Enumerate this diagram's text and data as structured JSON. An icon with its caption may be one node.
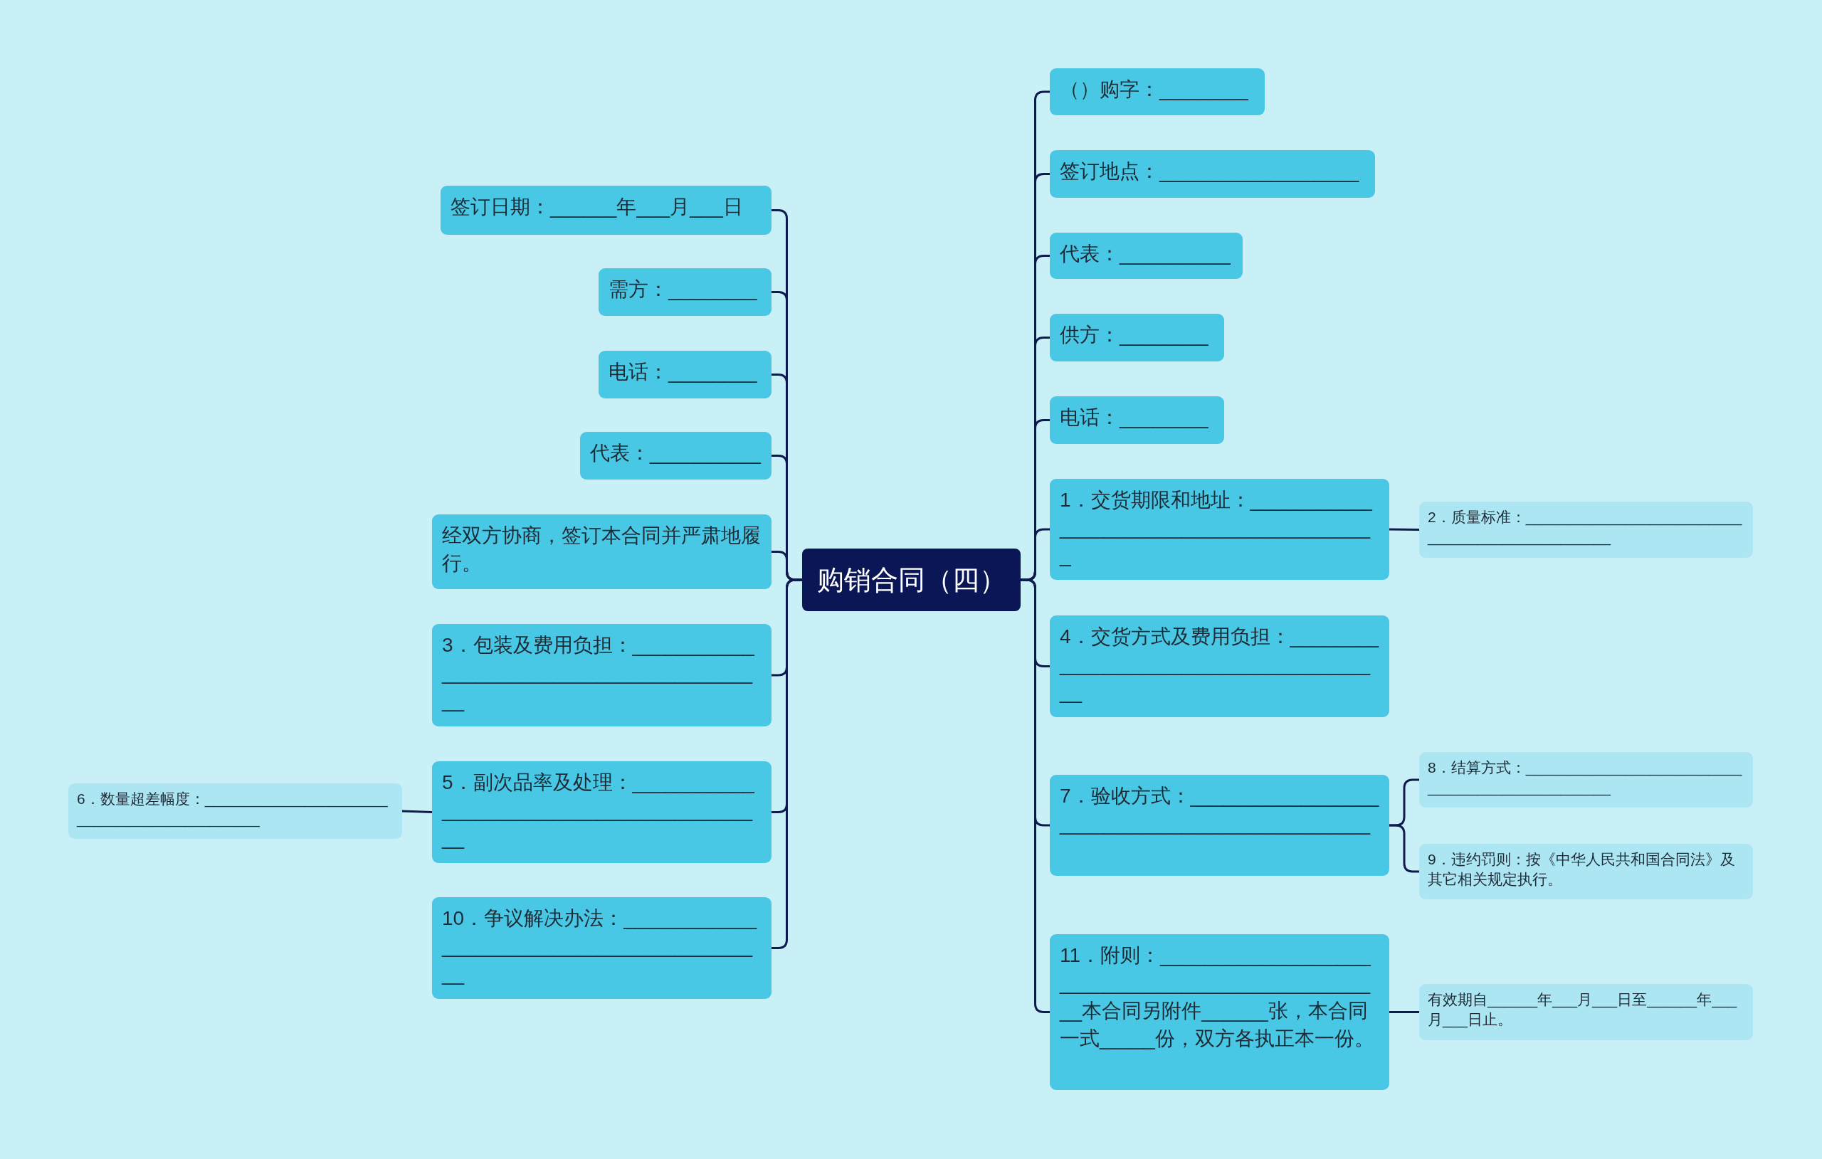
{
  "diagram": {
    "nodes": [
      {
        "text": [
          "购销合同（四）"
        ]
      },
      {
        "text": [
          "（）购字：________"
        ]
      },
      {
        "text": [
          "签订地点：__________________"
        ]
      },
      {
        "text": [
          "代表：__________"
        ]
      },
      {
        "text": [
          "供方：________"
        ]
      },
      {
        "text": [
          "电话：________"
        ]
      },
      {
        "text": [
          "1．交货期限和地址：________________________________________"
        ]
      },
      {
        "text": [
          "2．质量标准：________________________________________________"
        ]
      },
      {
        "text": [
          "4．交货方式及费用负担：______________________________________"
        ]
      },
      {
        "text": [
          "7．验收方式：_____________________________________________"
        ]
      },
      {
        "text": [
          "8．结算方式：________________________________________________"
        ]
      },
      {
        "text": [
          "9．违约罚则：按《中华人民共和国合同法》及其它相关规定执行。"
        ]
      },
      {
        "text": [
          "11．附则：_________________________________________________本合同另附件______张，本合同一式_____份，双方各执正本一份。"
        ]
      },
      {
        "text": [
          "有效期自______年___月___日至______年___月___日止。"
        ]
      },
      {
        "text": [
          "签订日期：______年___月___日"
        ]
      },
      {
        "text": [
          "需方：________"
        ]
      },
      {
        "text": [
          "电话：________"
        ]
      },
      {
        "text": [
          "代表：__________"
        ]
      },
      {
        "text": [
          "经双方协商，签订本合同并严肃地履行。"
        ]
      },
      {
        "text": [
          "3．包装及费用负担：_________________________________________"
        ]
      },
      {
        "text": [
          "5．副次品率及处理：_________________________________________"
        ]
      },
      {
        "text": [
          "6．数量超差幅度：____________________________________________"
        ]
      },
      {
        "text": [
          "10．争议解决办法：__________________________________________"
        ]
      }
    ],
    "edges": [
      {
        "from": 0,
        "to": 1,
        "arrow": "none"
      },
      {
        "from": 0,
        "to": 2,
        "arrow": "none"
      },
      {
        "from": 0,
        "to": 3,
        "arrow": "none"
      },
      {
        "from": 0,
        "to": 4,
        "arrow": "none"
      },
      {
        "from": 0,
        "to": 5,
        "arrow": "none"
      },
      {
        "from": 0,
        "to": 6,
        "arrow": "none"
      },
      {
        "from": 6,
        "to": 7,
        "arrow": "none"
      },
      {
        "from": 0,
        "to": 8,
        "arrow": "none"
      },
      {
        "from": 0,
        "to": 9,
        "arrow": "none"
      },
      {
        "from": 9,
        "to": 10,
        "arrow": "none"
      },
      {
        "from": 9,
        "to": 11,
        "arrow": "none"
      },
      {
        "from": 0,
        "to": 12,
        "arrow": "none"
      },
      {
        "from": 12,
        "to": 13,
        "arrow": "none"
      },
      {
        "from": 0,
        "to": 14,
        "arrow": "none"
      },
      {
        "from": 0,
        "to": 15,
        "arrow": "none"
      },
      {
        "from": 0,
        "to": 16,
        "arrow": "none"
      },
      {
        "from": 0,
        "to": 17,
        "arrow": "none"
      },
      {
        "from": 0,
        "to": 18,
        "arrow": "none"
      },
      {
        "from": 0,
        "to": 19,
        "arrow": "none"
      },
      {
        "from": 0,
        "to": 20,
        "arrow": "none"
      },
      {
        "from": 20,
        "to": 21,
        "arrow": "none"
      },
      {
        "from": 0,
        "to": 22,
        "arrow": "none"
      }
    ]
  }
}
